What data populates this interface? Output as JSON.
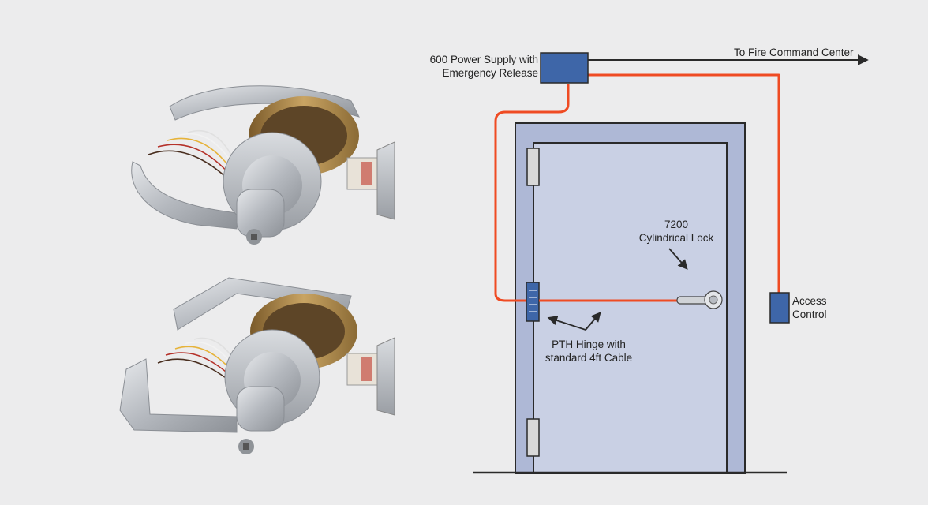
{
  "labels": {
    "power_supply_line1": "600 Power Supply with",
    "power_supply_line2": "Emergency Release",
    "fire_command": "To Fire Command Center",
    "lock_line1": "7200",
    "lock_line2": "Cylindrical Lock",
    "access_line1": "Access",
    "access_line2": "Control",
    "hinge_line1": "PTH Hinge with",
    "hinge_line2": "standard 4ft Cable"
  },
  "colors": {
    "background": "#ececed",
    "wire": "#ef4b23",
    "device_box": "#3e66a8",
    "door_fill": "#c9d0e4",
    "frame_fill": "#aeb8d6",
    "outline": "#2a2a2a",
    "lock_metal": "#b8bcc2",
    "brass": "#b38d4b"
  },
  "icons": [
    "lever-lock-icon",
    "lever-lock-icon",
    "arrow-icon",
    "hinge-icon",
    "door-icon"
  ]
}
